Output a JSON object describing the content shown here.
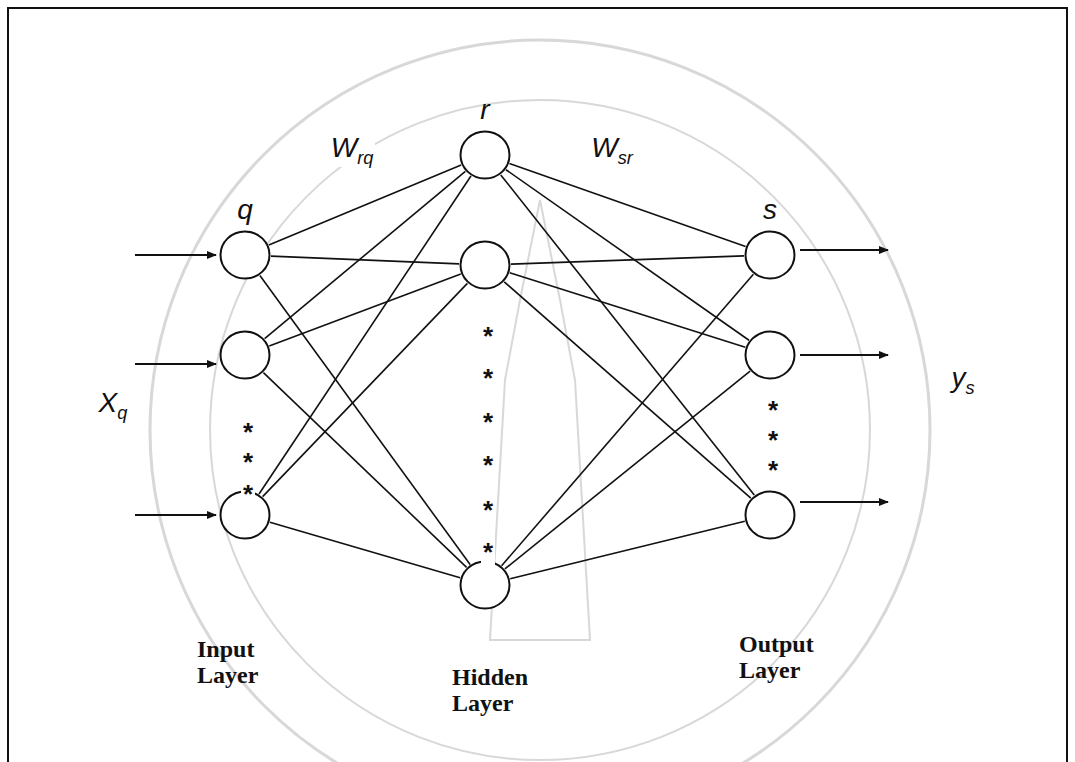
{
  "diagram": {
    "nodes": [
      {
        "text": [
          "q"
        ]
      },
      {
        "text": []
      },
      {
        "text": []
      },
      {
        "text": [
          "r"
        ]
      },
      {
        "text": []
      },
      {
        "text": []
      },
      {
        "text": [
          "s"
        ]
      },
      {
        "text": []
      },
      {
        "text": []
      }
    ],
    "edges": [
      {
        "from": 0,
        "to": 3,
        "arrow": "none",
        "label": "Wrq"
      },
      {
        "from": 0,
        "to": 4,
        "arrow": "none"
      },
      {
        "from": 0,
        "to": 5,
        "arrow": "none"
      },
      {
        "from": 1,
        "to": 3,
        "arrow": "none"
      },
      {
        "from": 1,
        "to": 4,
        "arrow": "none"
      },
      {
        "from": 1,
        "to": 5,
        "arrow": "none"
      },
      {
        "from": 2,
        "to": 3,
        "arrow": "none"
      },
      {
        "from": 2,
        "to": 4,
        "arrow": "none"
      },
      {
        "from": 2,
        "to": 5,
        "arrow": "none"
      },
      {
        "from": 3,
        "to": 6,
        "arrow": "none",
        "label": "Wsr"
      },
      {
        "from": 3,
        "to": 7,
        "arrow": "none"
      },
      {
        "from": 3,
        "to": 8,
        "arrow": "none"
      },
      {
        "from": 4,
        "to": 6,
        "arrow": "none"
      },
      {
        "from": 4,
        "to": 7,
        "arrow": "none"
      },
      {
        "from": 4,
        "to": 8,
        "arrow": "none"
      },
      {
        "from": 5,
        "to": 6,
        "arrow": "none"
      },
      {
        "from": 5,
        "to": 7,
        "arrow": "none"
      },
      {
        "from": 5,
        "to": 8,
        "arrow": "none"
      }
    ],
    "labels": [
      "Xq",
      "*",
      "*",
      "*",
      "*",
      "*",
      "*",
      "*",
      "*",
      "*",
      "*",
      "*",
      "*",
      "ys",
      "Input Layer",
      "Hidden Layer",
      "Output Layer"
    ]
  }
}
